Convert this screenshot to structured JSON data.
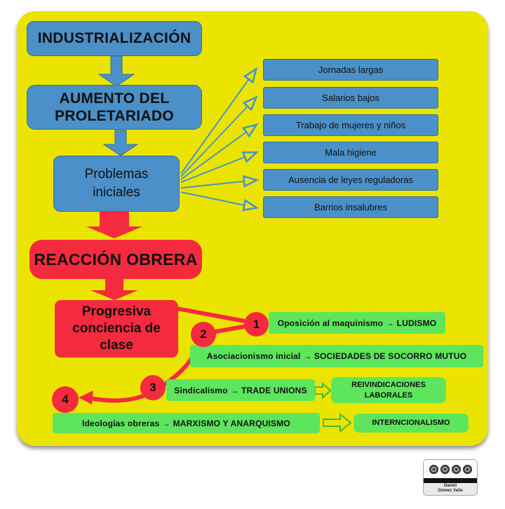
{
  "diagram": {
    "title_chain": {
      "industrializacion": "INDUSTRIALIZACIÓN",
      "aumento": "AUMENTO DEL PROLETARIADO",
      "problemas": "Problemas iniciales",
      "reaccion": "REACCIÓN OBRERA",
      "progresiva": "Progresiva conciencia de clase"
    },
    "problems": [
      "Jornadas largas",
      "Salarios bajos",
      "Trabajo de mujeres y niños",
      "Mala higiene",
      "Ausencia de leyes reguladoras",
      "Barrios insalubres"
    ],
    "reactions": [
      {
        "num": "1",
        "label": "Oposición al maquinismo → LUDISMO"
      },
      {
        "num": "2",
        "label": "Asociacionismo inicial → SOCIEDADES DE SOCORRO MUTUO"
      },
      {
        "num": "3",
        "label": "Sindicalismo → TRADE UNIONS",
        "result": "REIVINDICACIONES LABORALES"
      },
      {
        "num": "4",
        "label": "Ideologías obreras → MARXISMO Y ANARQUISMO",
        "result": "INTERNCIONALISMO"
      }
    ],
    "credit": {
      "line1": "Daniel",
      "line2": "Gómez Valle"
    },
    "colors": {
      "background": "#ebe400",
      "node_blue": "#4b90c8",
      "node_red": "#f42a3e",
      "node_green": "#5de55d",
      "text": "#111111"
    }
  }
}
